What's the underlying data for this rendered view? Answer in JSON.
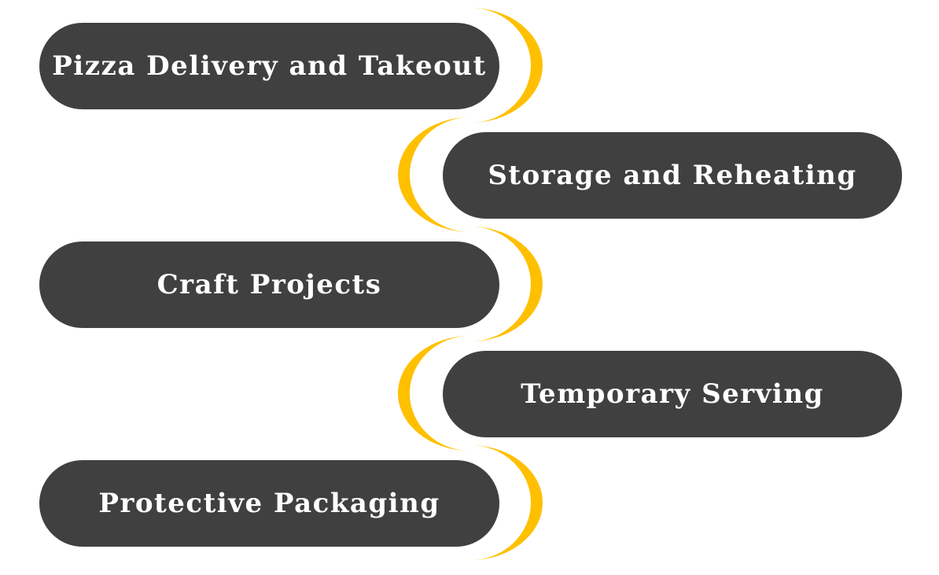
{
  "diagram": {
    "accent_color": "#FFC000",
    "box_color": "#404040",
    "text_color": "#FFFFFF",
    "items": [
      {
        "label": "Pizza Delivery and Takeout",
        "side": "left"
      },
      {
        "label": "Storage and Reheating",
        "side": "right"
      },
      {
        "label": "Craft Projects",
        "side": "left"
      },
      {
        "label": "Temporary Serving",
        "side": "right"
      },
      {
        "label": "Protective Packaging",
        "side": "left"
      }
    ]
  }
}
